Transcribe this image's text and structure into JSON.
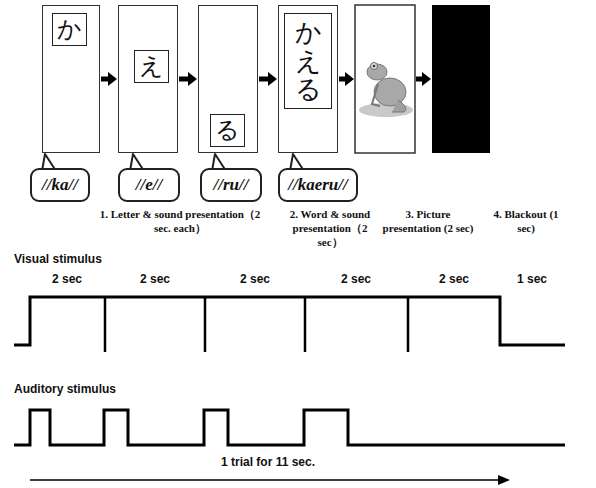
{
  "diagram": {
    "nodes": [
      {
        "text": [
          "か"
        ]
      },
      {
        "text": [
          "え"
        ]
      },
      {
        "text": [
          "る"
        ]
      },
      {
        "text": [
          "かえる"
        ]
      },
      {
        "text": [
          "//ka//"
        ]
      },
      {
        "text": [
          "//e//"
        ]
      },
      {
        "text": [
          "//ru//"
        ]
      },
      {
        "text": [
          "//kaeru//"
        ]
      }
    ],
    "edges": [
      {
        "from": 0,
        "to": 1,
        "arrow": "to"
      },
      {
        "from": 1,
        "to": 2,
        "arrow": "to"
      },
      {
        "from": 2,
        "to": 3,
        "arrow": "to"
      }
    ],
    "labels": [
      "1. Letter & sound presentation（2 sec. each）",
      "2. Word & sound presentation（2 sec）",
      "3. Picture presentation (2 sec)",
      "4. Blackout (1 sec)",
      "Visual stimulus",
      "2 sec",
      "2 sec",
      "2 sec",
      "2 sec",
      "2 sec",
      "1 sec",
      "Auditory stimulus",
      "1 trial for 11 sec."
    ]
  }
}
